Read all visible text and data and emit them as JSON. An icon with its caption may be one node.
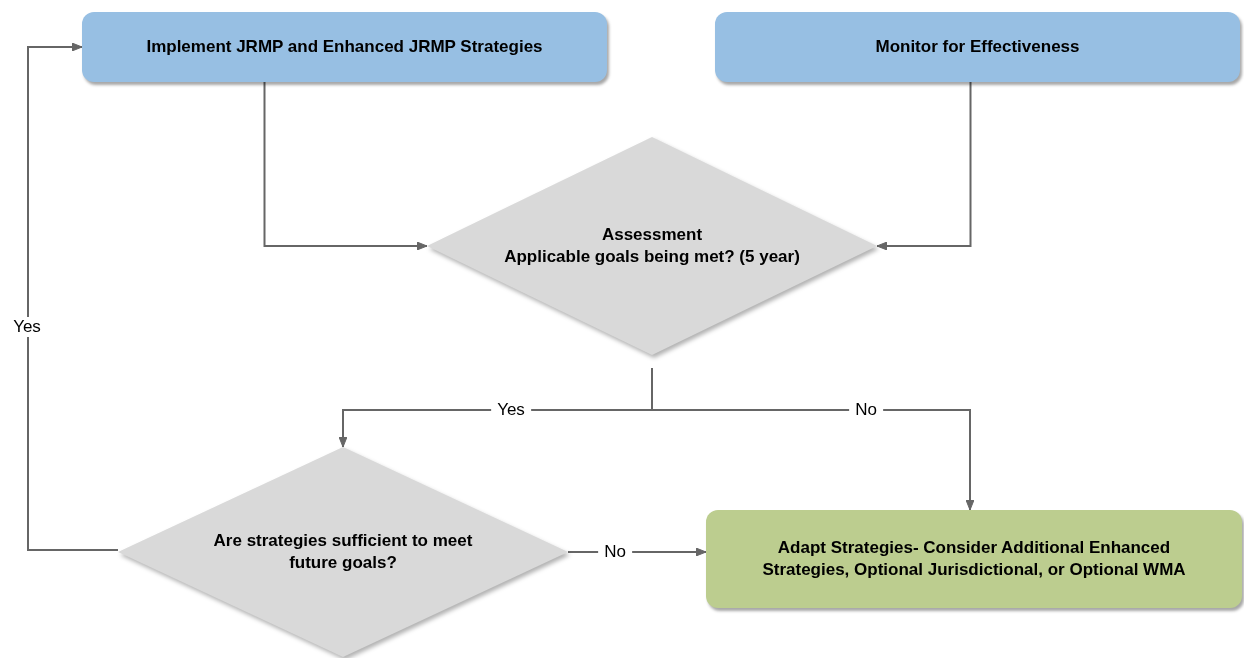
{
  "diagram": {
    "nodes": [
      {
        "text": [
          "Implement JRMP and Enhanced JRMP Strategies"
        ]
      },
      {
        "text": [
          "Monitor for Effectiveness"
        ]
      },
      {
        "text": [
          "Assessment",
          "Applicable goals being met? (5 year)"
        ]
      },
      {
        "text": [
          "Are strategies sufficient to meet future goals?"
        ]
      },
      {
        "text": [
          "Adapt Strategies- Consider Additional Enhanced Strategies, Optional Jurisdictional, or Optional WMA"
        ]
      }
    ],
    "edges": [
      {
        "from": 0,
        "to": 2,
        "arrow": "to"
      },
      {
        "from": 1,
        "to": 2,
        "arrow": "to"
      },
      {
        "from": 2,
        "to": 3,
        "arrow": "to",
        "label": "Yes"
      },
      {
        "from": 2,
        "to": 4,
        "arrow": "to",
        "label": "No"
      },
      {
        "from": 3,
        "to": 0,
        "arrow": "to",
        "label": "Yes"
      },
      {
        "from": 3,
        "to": 4,
        "arrow": "to",
        "label": "No"
      }
    ]
  }
}
